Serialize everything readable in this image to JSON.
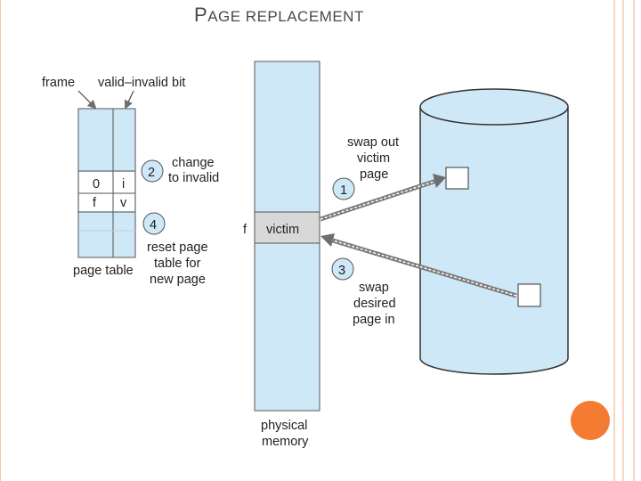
{
  "title": {
    "first_letter": "P",
    "rest": "AGE REPLACEMENT"
  },
  "labels": {
    "frame": "frame",
    "valid_invalid_bit": "valid–invalid bit",
    "page_table": "page table",
    "physical_memory_1": "physical",
    "physical_memory_2": "memory",
    "f_marker": "f",
    "victim": "victim"
  },
  "page_table_rows": [
    {
      "frame": "0",
      "bit": "i"
    },
    {
      "frame": "f",
      "bit": "v"
    }
  ],
  "steps": [
    {
      "number": "1",
      "lines": [
        "swap out",
        "victim",
        "page"
      ]
    },
    {
      "number": "2",
      "lines": [
        "change",
        "to invalid"
      ]
    },
    {
      "number": "3",
      "lines": [
        "swap",
        "desired",
        "page in"
      ]
    },
    {
      "number": "4",
      "lines": [
        "reset page",
        "table for",
        "new page"
      ]
    }
  ],
  "colors": {
    "fill_blue": "#cfe8f7",
    "victim_fill": "#d8d8d8",
    "border_peach": "#f6c9ae",
    "accent_orange": "#f47b32",
    "arrow_gray": "#7a7a7a"
  }
}
